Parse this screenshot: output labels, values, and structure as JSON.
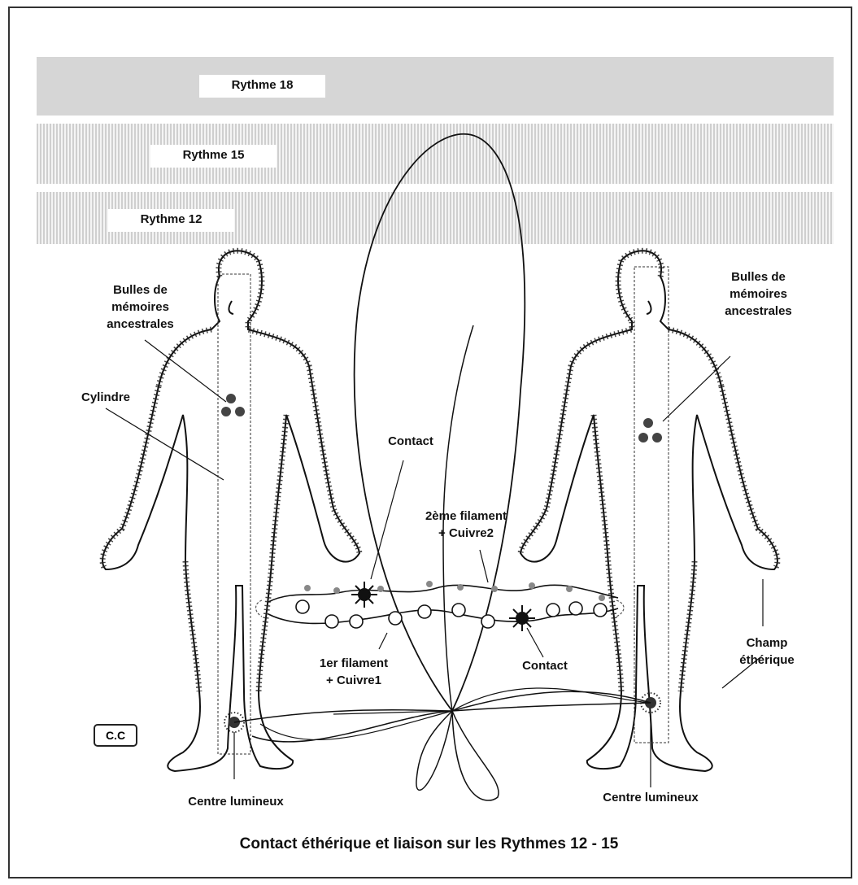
{
  "rhythms": {
    "r18": "Rythme 18",
    "r15": "Rythme 15",
    "r12": "Rythme 12"
  },
  "labels": {
    "bulles_left": "Bulles de\nmémoires\nancestrales",
    "bulles_right": "Bulles de\nmémoires\nancestrales",
    "cylindre": "Cylindre",
    "contact_top": "Contact",
    "contact_bottom": "Contact",
    "filament2": "2ème filament\n+ Cuivre2",
    "filament1": "1er filament\n+ Cuivre1",
    "champ": "Champ\néthérique",
    "centre_left": "Centre lumineux",
    "centre_right": "Centre lumineux",
    "cc": "C.C"
  },
  "caption": "Contact éthérique et liaison sur les Rythmes 12 - 15",
  "colors": {
    "line": "#111111",
    "filament_dot": "#888888",
    "band_solid": "#d6d6d6",
    "band_stripe": "#cfcfcf"
  }
}
